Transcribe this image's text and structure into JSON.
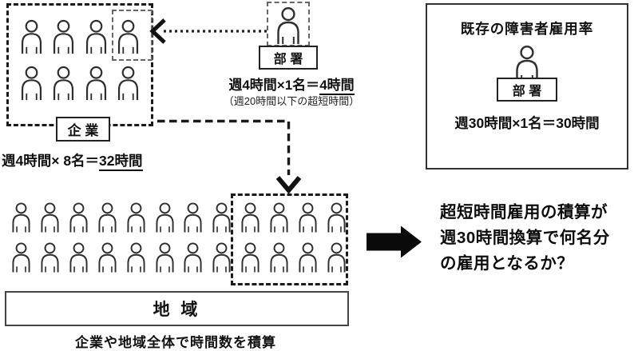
{
  "colors": {
    "ink": "#111111",
    "icon_stroke": "#2e2e2e",
    "dashed_border": "#1a1a1a",
    "background": "#ffffff"
  },
  "company": {
    "label": "企 業",
    "rows": 2,
    "row_size": 4,
    "member_count": 8,
    "highlighted_member_count": 1,
    "formula_prefix": "週4時間× 8名＝",
    "formula_underlined": "32時間"
  },
  "department_callout": {
    "label": "部 署",
    "member_count": 1,
    "formula_prefix": "週4時間×1名＝",
    "formula_underlined": "4時間",
    "note": "（週20時間以下の超短時間）"
  },
  "existing_rate_box": {
    "title": "既存の障害者雇用率",
    "label": "部 署",
    "member_count": 1,
    "formula": "週30時間×1名＝30時間"
  },
  "region": {
    "label": "地 域",
    "rows": 2,
    "row_size": 12,
    "member_count": 24,
    "highlighted_member_count": 8,
    "caption": "企業や地域全体で時間数を積算"
  },
  "conclusion": {
    "lines": [
      "超短時間雇用の積算が",
      "週30時間換算で何名分",
      "の雇用となるか？"
    ]
  }
}
